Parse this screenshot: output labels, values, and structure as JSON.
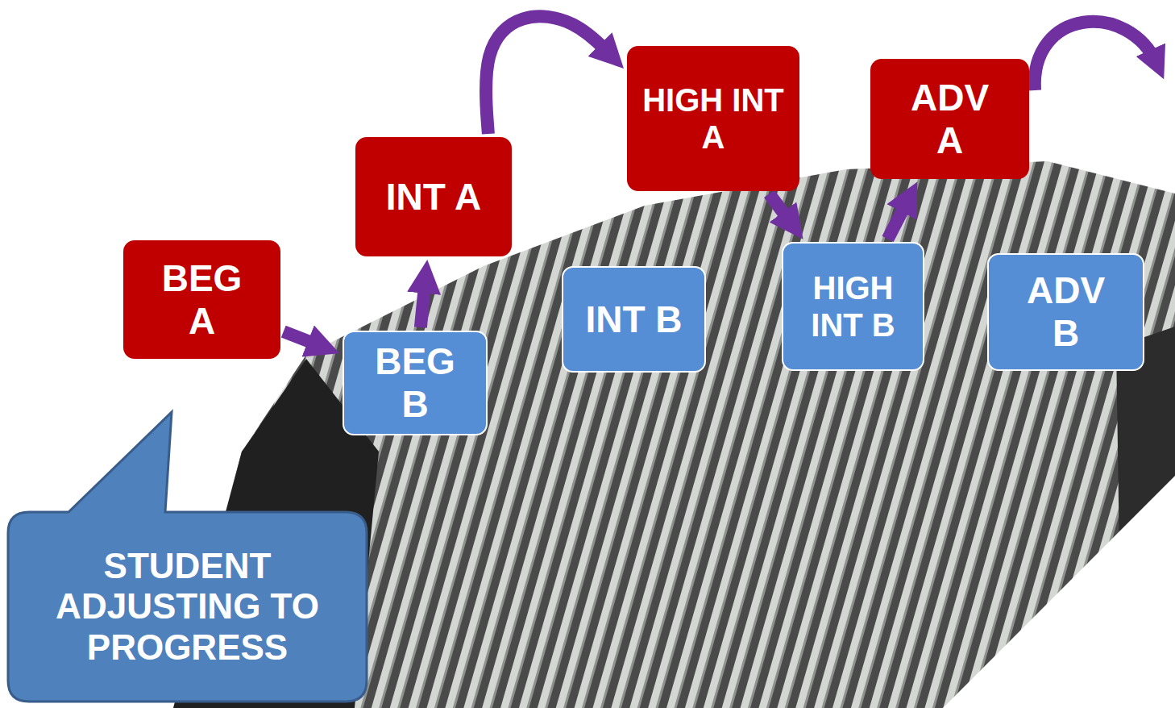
{
  "diagram": {
    "nodes": [
      {
        "text": [
          "BEG A"
        ]
      },
      {
        "text": [
          "BEG B"
        ]
      },
      {
        "text": [
          "INT A"
        ]
      },
      {
        "text": [
          "INT B"
        ]
      },
      {
        "text": [
          "HIGH INT A"
        ]
      },
      {
        "text": [
          "HIGH INT B"
        ]
      },
      {
        "text": [
          "ADV A"
        ]
      },
      {
        "text": [
          "ADV B"
        ]
      },
      {
        "text": [
          "STUDENT ADJUSTING TO PROGRESS"
        ]
      }
    ],
    "edges": [
      {
        "from": 0,
        "to": 1,
        "arrow": "to"
      },
      {
        "from": 1,
        "to": 2,
        "arrow": "to"
      },
      {
        "from": 2,
        "to": 4,
        "arrow": "to"
      },
      {
        "from": 4,
        "to": 5,
        "arrow": "to"
      },
      {
        "from": 5,
        "to": 6,
        "arrow": "to"
      }
    ]
  }
}
